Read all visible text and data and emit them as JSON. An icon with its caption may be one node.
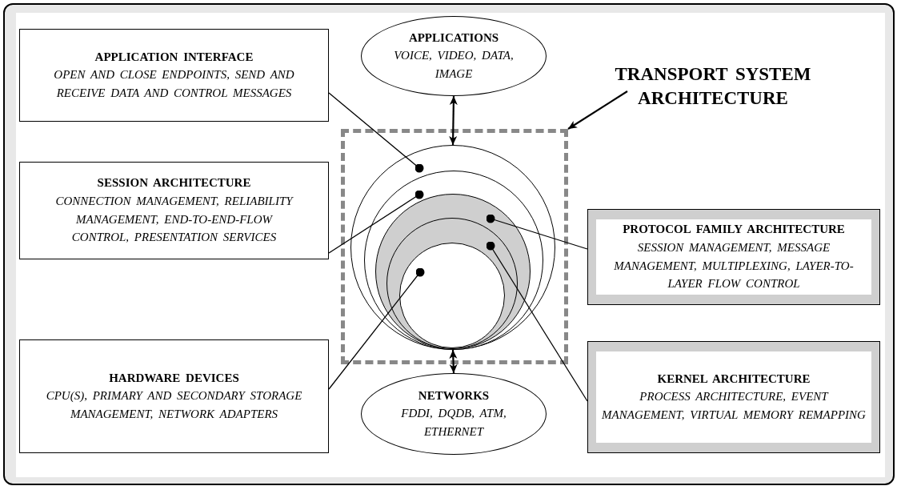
{
  "diagram": {
    "nodes": [
      {
        "text": [
          "APPLICATION INTERFACE",
          "OPEN AND CLOSE ENDPOINTS, SEND AND RECEIVE DATA AND CONTROL MESSAGES"
        ]
      },
      {
        "text": [
          "APPLICATIONS",
          "VOICE, VIDEO, DATA, IMAGE"
        ]
      },
      {
        "text": [
          "TRANSPORT SYSTEM ARCHITECTURE"
        ]
      },
      {
        "text": [],
        "shape": "box"
      },
      {
        "text": [],
        "shape": "circle",
        "in": 3
      },
      {
        "text": [],
        "shape": "circle",
        "in": 4
      },
      {
        "text": [],
        "shape": "circle",
        "in": 5
      },
      {
        "text": [],
        "shape": "circle",
        "in": 6
      },
      {
        "text": [],
        "shape": "circle",
        "in": 7
      },
      {
        "text": [
          "SESSION ARCHITECTURE",
          "CONNECTION MANAGEMENT, RELIABILITY MANAGEMENT, END-TO-END-FLOW CONTROL, PRESENTATION SERVICES"
        ]
      },
      {
        "text": [
          "PROTOCOL FAMILY ARCHITECTURE",
          "SESSION MANAGEMENT, MESSAGE MANAGEMENT, MULTIPLEXING, LAYER-TO-LAYER FLOW CONTROL"
        ]
      },
      {
        "text": [
          "HARDWARE DEVICES",
          "CPU(S), PRIMARY AND SECONDARY STORAGE MANAGEMENT, NETWORK ADAPTERS"
        ]
      },
      {
        "text": [
          "NETWORKS",
          "FDDI, DQDB, ATM, ETHERNET"
        ]
      },
      {
        "text": [
          "KERNEL ARCHITECTURE",
          "PROCESS ARCHITECTURE, EVENT MANAGEMENT, VIRTUAL MEMORY REMAPPING"
        ]
      }
    ],
    "edges": [
      {
        "from": 1,
        "to": 4,
        "arrow": "both"
      },
      {
        "from": 4,
        "to": 12,
        "arrow": "both"
      },
      {
        "from": 2,
        "to": 3,
        "arrow": "to"
      },
      {
        "from": 0,
        "to": 4,
        "arrow": "other"
      },
      {
        "from": 9,
        "to": 5,
        "arrow": "other"
      },
      {
        "from": 10,
        "to": 6,
        "arrow": "other"
      },
      {
        "from": 13,
        "to": 7,
        "arrow": "other"
      },
      {
        "from": 11,
        "to": 8,
        "arrow": "other"
      }
    ]
  }
}
